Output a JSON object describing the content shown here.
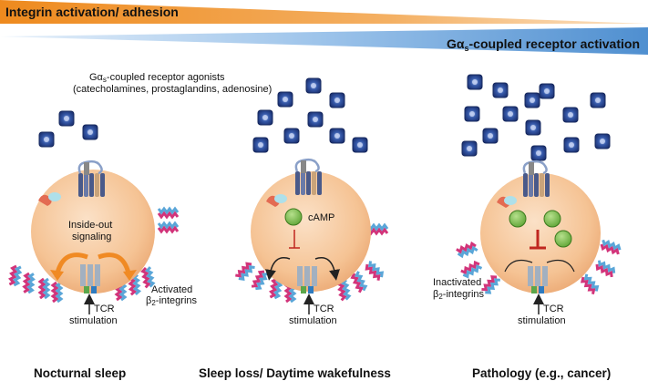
{
  "banners": {
    "integrin": "Integrin activation/ adhesion",
    "gas_prefix": "Gα",
    "gas_sub": "s",
    "gas_rest": "-coupled receptor activation"
  },
  "agonists": {
    "line1_prefix": "Gα",
    "line1_sub": "s",
    "line1_rest": "-coupled receptor agonists",
    "line2": "(catecholamines, prostaglandins, adenosine)"
  },
  "panel1": {
    "inside_out_1": "Inside-out",
    "inside_out_2": "signaling",
    "activated_1": "Activated",
    "activated_2_prefix": "β",
    "activated_2_sub": "2",
    "activated_2_rest": "-integrins",
    "tcr_1": "TCR",
    "tcr_2": "stimulation",
    "caption": "Nocturnal sleep"
  },
  "panel2": {
    "camp": "cAMP",
    "tcr_1": "TCR",
    "tcr_2": "stimulation",
    "caption": "Sleep loss/ Daytime wakefulness"
  },
  "panel3": {
    "inactivated_1": "Inactivated",
    "inactivated_2_prefix": "β",
    "inactivated_2_sub": "2",
    "inactivated_2_rest": "-integrins",
    "tcr_1": "TCR",
    "tcr_2": "stimulation",
    "caption": "Pathology (e.g., cancer)"
  },
  "colors": {
    "orange_banner": "#f0932a",
    "blue_banner": "#5b9bd5",
    "cell_fill": "#f6c89e",
    "agonist": "#1f3f8a",
    "camp_green": "#7cc04a",
    "inhibit_red": "#c0261f",
    "arrow_orange": "#f08a24"
  }
}
